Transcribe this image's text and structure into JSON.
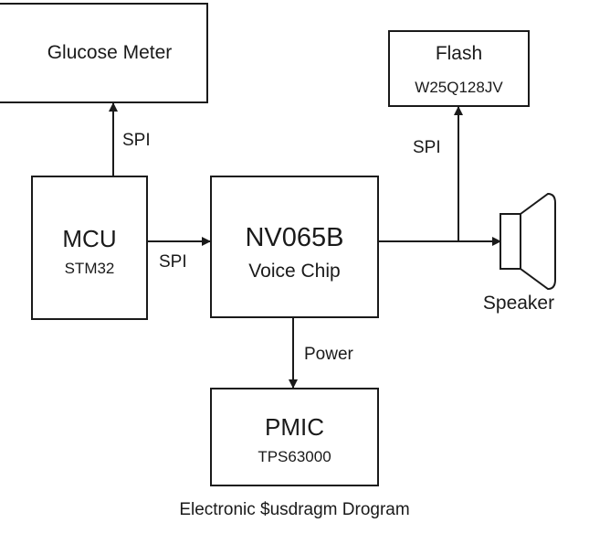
{
  "blocks": {
    "glucose_meter": {
      "title": "Glucose Meter"
    },
    "mcu": {
      "title": "MCU",
      "subtitle": "STM32"
    },
    "voice_chip": {
      "title": "NV065B",
      "subtitle": "Voice Chip"
    },
    "flash": {
      "title": "Flash",
      "subtitle": "W25Q128JV"
    },
    "pmic": {
      "title": "PMIC",
      "subtitle": "TPS63000"
    },
    "speaker": {
      "title": "Speaker"
    }
  },
  "connections": {
    "mcu_to_glucose": "SPI",
    "mcu_to_voice": "SPI",
    "voice_to_flash": "SPI",
    "voice_to_pmic": "Power"
  },
  "caption": "Electronic $usdragm Drogram",
  "colors": {
    "stroke": "#1a1a1a",
    "background": "#ffffff"
  }
}
